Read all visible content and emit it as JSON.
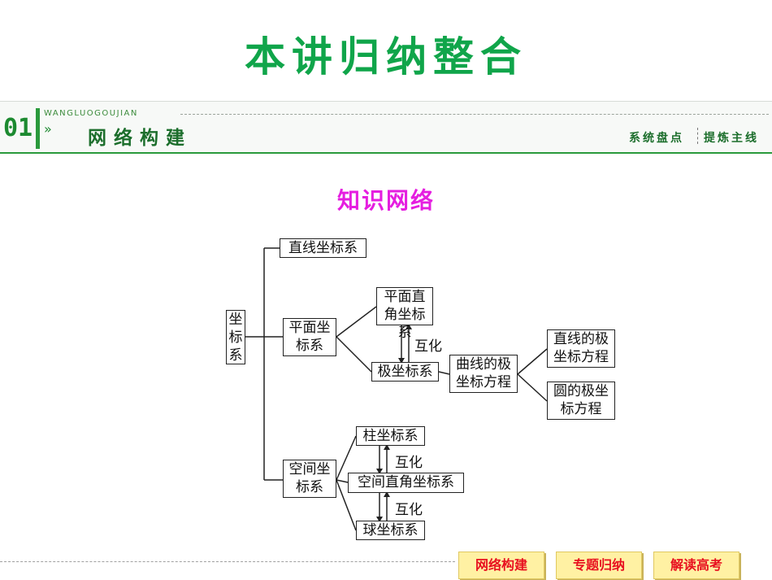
{
  "title": "本讲归纳整合",
  "header": {
    "badge": "01",
    "chevron": "»",
    "pinyin": "WANGLUOGOUJIAN",
    "section_title": "网络构建",
    "subtitle_left": "系统盘点",
    "subtitle_right": "提炼主线"
  },
  "knowledge_title": "知识网络",
  "diagram": {
    "root": "坐标系",
    "line_coord": "直线坐标系",
    "plane_coord": "平面坐标系",
    "plane_rect": "平面直角坐标系",
    "polar": "极坐标系",
    "mutual_1": "互化",
    "curve_polar": "曲线的极坐标方程",
    "line_polar": "直线的极坐标方程",
    "circle_polar": "圆的极坐标方程",
    "space_coord": "空间坐标系",
    "cylinder": "柱坐标系",
    "space_rect": "空间直角坐标系",
    "sphere": "球坐标系",
    "mutual_2": "互化",
    "mutual_3": "互化"
  },
  "nav": {
    "btn1": "网络构建",
    "btn2": "专题归纳",
    "btn3": "解读高考"
  },
  "colors": {
    "title_green": "#10a54a",
    "header_green": "#2a9a3c",
    "magenta": "#e51ee0",
    "nav_bg": "#fff1a3",
    "nav_text": "#e8101f"
  }
}
